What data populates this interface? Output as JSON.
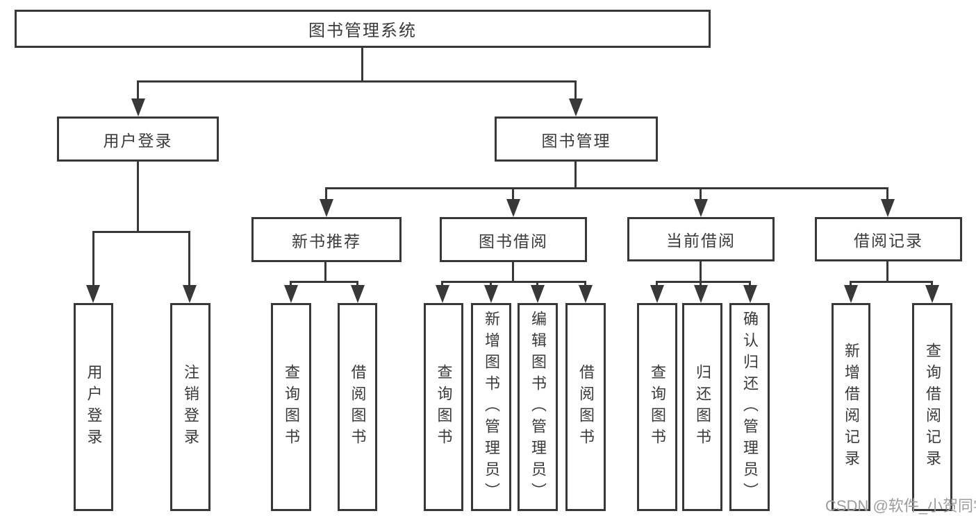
{
  "diagram": {
    "root": {
      "label": "图书管理系统"
    },
    "level2": [
      {
        "label": "用户登录"
      },
      {
        "label": "图书管理"
      }
    ],
    "level3": [
      {
        "label": "新书推荐"
      },
      {
        "label": "图书借阅"
      },
      {
        "label": "当前借阅"
      },
      {
        "label": "借阅记录"
      }
    ],
    "leaves": {
      "user_login": [
        "用户登录",
        "注销登录"
      ],
      "new_book": [
        "查询图书",
        "借阅图书"
      ],
      "book_borrow": [
        "查询图书",
        "新增图书（管理员）",
        "编辑图书（管理员）",
        "借阅图书"
      ],
      "current_borrow": [
        "查询图书",
        "归还图书",
        "确认归还（管理员）"
      ],
      "borrow_record": [
        "新增借阅记录",
        "查询借阅记录"
      ]
    },
    "watermark": "CSDN @软件_小贺同学",
    "colors": {
      "line": "#383838",
      "text": "#3a3a3a",
      "watermark": "#9c9c9c",
      "background": "#ffffff"
    }
  }
}
